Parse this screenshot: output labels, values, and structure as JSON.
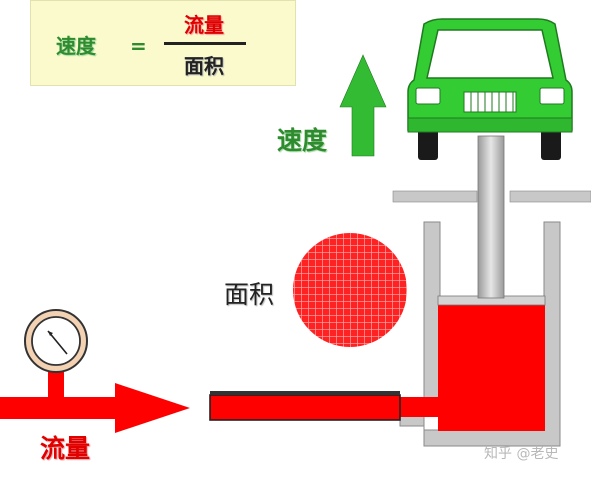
{
  "formula": {
    "lhs": "速度",
    "equals": "=",
    "numerator": "流量",
    "denominator": "面积"
  },
  "labels": {
    "speed": "速度",
    "area": "面积",
    "flow": "流量"
  },
  "watermark": "知乎 @老史",
  "colors": {
    "fluid": "#ff0000",
    "car": "#33cc33",
    "arrow_up": "#33bb33",
    "formula_bg": "#fafacd",
    "cylinder": "#c8c8c8",
    "rod": "#bdbdbd"
  }
}
